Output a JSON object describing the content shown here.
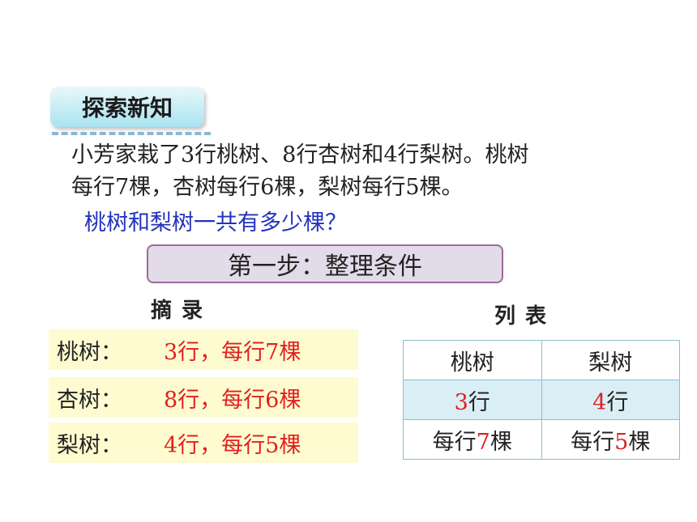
{
  "badge": "探索新知",
  "problem": {
    "line1": "小芳家栽了3行桃树、8行杏树和4行梨树。桃树",
    "line2": "每行7棵，杏树每行6棵，梨树每行5棵。",
    "question": "桃树和梨树一共有多少棵？"
  },
  "step": "第一步：整理条件",
  "excerpt": {
    "heading": "摘录",
    "rows": [
      {
        "label": "桃树：",
        "value": "3行，每行7棵"
      },
      {
        "label": "杏树：",
        "value": "8行，每行6棵"
      },
      {
        "label": "梨树：",
        "value": "4行，每行5棵"
      }
    ]
  },
  "table": {
    "heading": "列表",
    "headers": [
      "桃树",
      "梨树"
    ],
    "rows_count": [
      "3",
      "4"
    ],
    "rows_count_unit": "行",
    "per_row_prefix": "每行",
    "per_row_values": [
      "7",
      "5"
    ],
    "per_row_unit": "棵"
  },
  "colors": {
    "red": "#e02020",
    "blue": "#2233bb",
    "note_bg": "#fefbd0",
    "table_mid_bg": "#daeef6"
  }
}
